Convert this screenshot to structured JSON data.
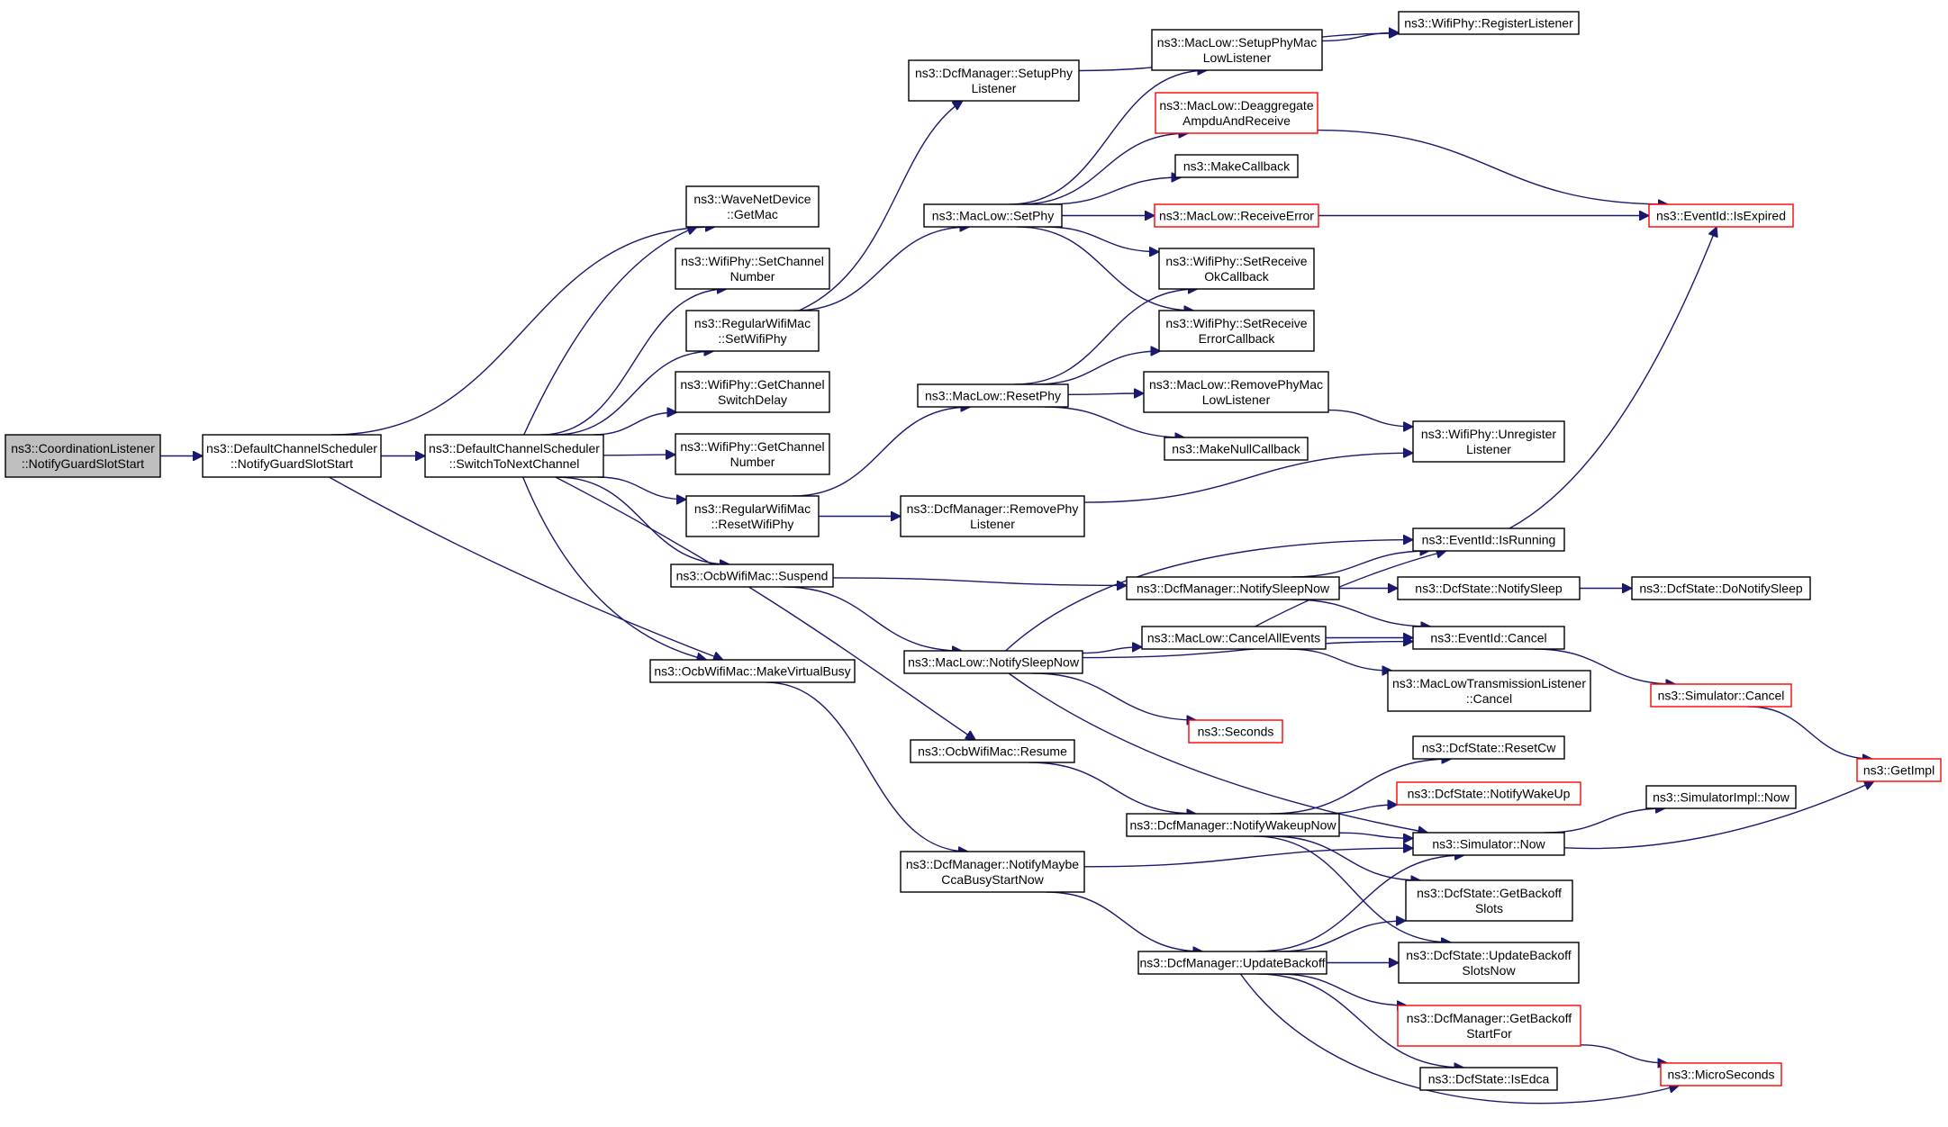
{
  "diagram": {
    "type": "call-graph",
    "colors": {
      "edge": "#191970",
      "root_fill": "#bfbfbf",
      "node_border": "#000000",
      "truncated_border": "#ff0000"
    },
    "nodes": [
      {
        "id": "root",
        "lines": [
          "ns3::CoordinationListener",
          "::NotifyGuardSlotStart"
        ],
        "style": "root"
      },
      {
        "id": "dcs_notify",
        "lines": [
          "ns3::DefaultChannelScheduler",
          "::NotifyGuardSlotStart"
        ],
        "style": "normal"
      },
      {
        "id": "dcs_switch",
        "lines": [
          "ns3::DefaultChannelScheduler",
          "::SwitchToNextChannel"
        ],
        "style": "normal"
      },
      {
        "id": "wave_getmac",
        "lines": [
          "ns3::WaveNetDevice",
          "::GetMac"
        ],
        "style": "normal"
      },
      {
        "id": "phy_setch",
        "lines": [
          "ns3::WifiPhy::SetChannel",
          "Number"
        ],
        "style": "normal"
      },
      {
        "id": "rwm_setphy",
        "lines": [
          "ns3::RegularWifiMac",
          "::SetWifiPhy"
        ],
        "style": "normal"
      },
      {
        "id": "phy_getdelay",
        "lines": [
          "ns3::WifiPhy::GetChannel",
          "SwitchDelay"
        ],
        "style": "normal"
      },
      {
        "id": "phy_getch",
        "lines": [
          "ns3::WifiPhy::GetChannel",
          "Number"
        ],
        "style": "normal"
      },
      {
        "id": "rwm_resetphy",
        "lines": [
          "ns3::RegularWifiMac",
          "::ResetWifiPhy"
        ],
        "style": "normal"
      },
      {
        "id": "ocb_suspend",
        "lines": [
          "ns3::OcbWifiMac::Suspend"
        ],
        "style": "normal"
      },
      {
        "id": "ocb_mvb",
        "lines": [
          "ns3::OcbWifiMac::MakeVirtualBusy"
        ],
        "style": "normal"
      },
      {
        "id": "dcf_setupphy",
        "lines": [
          "ns3::DcfManager::SetupPhy",
          "Listener"
        ],
        "style": "normal"
      },
      {
        "id": "mac_setphy",
        "lines": [
          "ns3::MacLow::SetPhy"
        ],
        "style": "normal"
      },
      {
        "id": "mac_resetphy",
        "lines": [
          "ns3::MacLow::ResetPhy"
        ],
        "style": "normal"
      },
      {
        "id": "dcf_removephy",
        "lines": [
          "ns3::DcfManager::RemovePhy",
          "Listener"
        ],
        "style": "normal"
      },
      {
        "id": "mac_notifysleep",
        "lines": [
          "ns3::MacLow::NotifySleepNow"
        ],
        "style": "normal"
      },
      {
        "id": "ocb_resume",
        "lines": [
          "ns3::OcbWifiMac::Resume"
        ],
        "style": "normal"
      },
      {
        "id": "dcf_ccabusy",
        "lines": [
          "ns3::DcfManager::NotifyMaybe",
          "CcaBusyStartNow"
        ],
        "style": "normal"
      },
      {
        "id": "mac_setupphymac",
        "lines": [
          "ns3::MacLow::SetupPhyMac",
          "LowListener"
        ],
        "style": "normal"
      },
      {
        "id": "mac_deagg",
        "lines": [
          "ns3::MacLow::Deaggregate",
          "AmpduAndReceive"
        ],
        "style": "truncated"
      },
      {
        "id": "makecb",
        "lines": [
          "ns3::MakeCallback"
        ],
        "style": "normal"
      },
      {
        "id": "mac_recverr",
        "lines": [
          "ns3::MacLow::ReceiveError"
        ],
        "style": "truncated"
      },
      {
        "id": "phy_setrecvok",
        "lines": [
          "ns3::WifiPhy::SetReceive",
          "OkCallback"
        ],
        "style": "normal"
      },
      {
        "id": "phy_setrecverr",
        "lines": [
          "ns3::WifiPhy::SetReceive",
          "ErrorCallback"
        ],
        "style": "normal"
      },
      {
        "id": "mac_removephymac",
        "lines": [
          "ns3::MacLow::RemovePhyMac",
          "LowListener"
        ],
        "style": "normal"
      },
      {
        "id": "makenullcb",
        "lines": [
          "ns3::MakeNullCallback"
        ],
        "style": "normal"
      },
      {
        "id": "dcf_notifysleep",
        "lines": [
          "ns3::DcfManager::NotifySleepNow"
        ],
        "style": "normal"
      },
      {
        "id": "mac_cancelall",
        "lines": [
          "ns3::MacLow::CancelAllEvents"
        ],
        "style": "normal"
      },
      {
        "id": "seconds",
        "lines": [
          "ns3::Seconds"
        ],
        "style": "truncated"
      },
      {
        "id": "dcf_notifywake",
        "lines": [
          "ns3::DcfManager::NotifyWakeupNow"
        ],
        "style": "normal"
      },
      {
        "id": "dcf_updatebackoff",
        "lines": [
          "ns3::DcfManager::UpdateBackoff"
        ],
        "style": "normal"
      },
      {
        "id": "phy_reglistener",
        "lines": [
          "ns3::WifiPhy::RegisterListener"
        ],
        "style": "normal"
      },
      {
        "id": "phy_unreg",
        "lines": [
          "ns3::WifiPhy::Unregister",
          "Listener"
        ],
        "style": "normal"
      },
      {
        "id": "ev_isrunning",
        "lines": [
          "ns3::EventId::IsRunning"
        ],
        "style": "normal"
      },
      {
        "id": "dcfs_notifysleep",
        "lines": [
          "ns3::DcfState::NotifySleep"
        ],
        "style": "normal"
      },
      {
        "id": "ev_cancel",
        "lines": [
          "ns3::EventId::Cancel"
        ],
        "style": "normal"
      },
      {
        "id": "mltl_cancel",
        "lines": [
          "ns3::MacLowTransmissionListener",
          "::Cancel"
        ],
        "style": "normal"
      },
      {
        "id": "dcfs_resetcw",
        "lines": [
          "ns3::DcfState::ResetCw"
        ],
        "style": "normal"
      },
      {
        "id": "dcfs_notifywake",
        "lines": [
          "ns3::DcfState::NotifyWakeUp"
        ],
        "style": "truncated"
      },
      {
        "id": "sim_now",
        "lines": [
          "ns3::Simulator::Now"
        ],
        "style": "normal"
      },
      {
        "id": "dcfs_getbackoff",
        "lines": [
          "ns3::DcfState::GetBackoff",
          "Slots"
        ],
        "style": "normal"
      },
      {
        "id": "dcfs_updbackoff",
        "lines": [
          "ns3::DcfState::UpdateBackoff",
          "SlotsNow"
        ],
        "style": "normal"
      },
      {
        "id": "dcf_getbackoffstart",
        "lines": [
          "ns3::DcfManager::GetBackoff",
          "StartFor"
        ],
        "style": "truncated"
      },
      {
        "id": "dcfs_isedca",
        "lines": [
          "ns3::DcfState::IsEdca"
        ],
        "style": "normal"
      },
      {
        "id": "ev_isexpired",
        "lines": [
          "ns3::EventId::IsExpired"
        ],
        "style": "truncated"
      },
      {
        "id": "dcfs_donotifysleep",
        "lines": [
          "ns3::DcfState::DoNotifySleep"
        ],
        "style": "normal"
      },
      {
        "id": "sim_cancel",
        "lines": [
          "ns3::Simulator::Cancel"
        ],
        "style": "truncated"
      },
      {
        "id": "simimpl_now",
        "lines": [
          "ns3::SimulatorImpl::Now"
        ],
        "style": "normal"
      },
      {
        "id": "microseconds",
        "lines": [
          "ns3::MicroSeconds"
        ],
        "style": "truncated"
      },
      {
        "id": "getimpl",
        "lines": [
          "ns3::GetImpl"
        ],
        "style": "truncated"
      }
    ],
    "edges": [
      [
        "root",
        "dcs_notify"
      ],
      [
        "dcs_notify",
        "dcs_switch"
      ],
      [
        "dcs_notify",
        "wave_getmac"
      ],
      [
        "dcs_notify",
        "ocb_mvb"
      ],
      [
        "dcs_switch",
        "wave_getmac"
      ],
      [
        "dcs_switch",
        "phy_setch"
      ],
      [
        "dcs_switch",
        "rwm_setphy"
      ],
      [
        "dcs_switch",
        "phy_getdelay"
      ],
      [
        "dcs_switch",
        "phy_getch"
      ],
      [
        "dcs_switch",
        "rwm_resetphy"
      ],
      [
        "dcs_switch",
        "ocb_suspend"
      ],
      [
        "dcs_switch",
        "ocb_mvb"
      ],
      [
        "dcs_switch",
        "ocb_resume"
      ],
      [
        "rwm_setphy",
        "dcf_setupphy"
      ],
      [
        "rwm_setphy",
        "mac_setphy"
      ],
      [
        "rwm_resetphy",
        "mac_resetphy"
      ],
      [
        "rwm_resetphy",
        "dcf_removephy"
      ],
      [
        "ocb_suspend",
        "mac_notifysleep"
      ],
      [
        "ocb_suspend",
        "dcf_notifysleep"
      ],
      [
        "ocb_mvb",
        "dcf_ccabusy"
      ],
      [
        "dcf_setupphy",
        "phy_reglistener"
      ],
      [
        "mac_setphy",
        "mac_setupphymac"
      ],
      [
        "mac_setphy",
        "mac_deagg"
      ],
      [
        "mac_setphy",
        "makecb"
      ],
      [
        "mac_setphy",
        "mac_recverr"
      ],
      [
        "mac_setphy",
        "phy_setrecvok"
      ],
      [
        "mac_setphy",
        "phy_setrecverr"
      ],
      [
        "mac_resetphy",
        "phy_setrecvok"
      ],
      [
        "mac_resetphy",
        "phy_setrecverr"
      ],
      [
        "mac_resetphy",
        "mac_removephymac"
      ],
      [
        "mac_resetphy",
        "makenullcb"
      ],
      [
        "dcf_removephy",
        "phy_unreg"
      ],
      [
        "mac_notifysleep",
        "ev_isrunning"
      ],
      [
        "mac_notifysleep",
        "mac_cancelall"
      ],
      [
        "mac_notifysleep",
        "ev_cancel"
      ],
      [
        "mac_notifysleep",
        "seconds"
      ],
      [
        "mac_notifysleep",
        "sim_now"
      ],
      [
        "ocb_resume",
        "dcf_notifywake"
      ],
      [
        "dcf_ccabusy",
        "sim_now"
      ],
      [
        "dcf_ccabusy",
        "dcf_updatebackoff"
      ],
      [
        "mac_setupphymac",
        "phy_reglistener"
      ],
      [
        "mac_deagg",
        "ev_isexpired"
      ],
      [
        "mac_recverr",
        "ev_isexpired"
      ],
      [
        "mac_removephymac",
        "phy_unreg"
      ],
      [
        "dcf_notifysleep",
        "ev_isrunning"
      ],
      [
        "dcf_notifysleep",
        "dcfs_notifysleep"
      ],
      [
        "dcf_notifysleep",
        "ev_cancel"
      ],
      [
        "mac_cancelall",
        "ev_isrunning"
      ],
      [
        "mac_cancelall",
        "ev_cancel"
      ],
      [
        "mac_cancelall",
        "mltl_cancel"
      ],
      [
        "dcf_notifywake",
        "dcfs_resetcw"
      ],
      [
        "dcf_notifywake",
        "dcfs_notifywake"
      ],
      [
        "dcf_notifywake",
        "sim_now"
      ],
      [
        "dcf_notifywake",
        "dcfs_getbackoff"
      ],
      [
        "dcf_notifywake",
        "dcfs_updbackoff"
      ],
      [
        "dcf_updatebackoff",
        "sim_now"
      ],
      [
        "dcf_updatebackoff",
        "dcfs_getbackoff"
      ],
      [
        "dcf_updatebackoff",
        "dcfs_updbackoff"
      ],
      [
        "dcf_updatebackoff",
        "dcf_getbackoffstart"
      ],
      [
        "dcf_updatebackoff",
        "dcfs_isedca"
      ],
      [
        "dcf_updatebackoff",
        "microseconds"
      ],
      [
        "ev_isrunning",
        "ev_isexpired"
      ],
      [
        "dcfs_notifysleep",
        "dcfs_donotifysleep"
      ],
      [
        "ev_cancel",
        "sim_cancel"
      ],
      [
        "sim_now",
        "simimpl_now"
      ],
      [
        "sim_now",
        "getimpl"
      ],
      [
        "dcf_getbackoffstart",
        "microseconds"
      ],
      [
        "sim_cancel",
        "getimpl"
      ]
    ]
  }
}
